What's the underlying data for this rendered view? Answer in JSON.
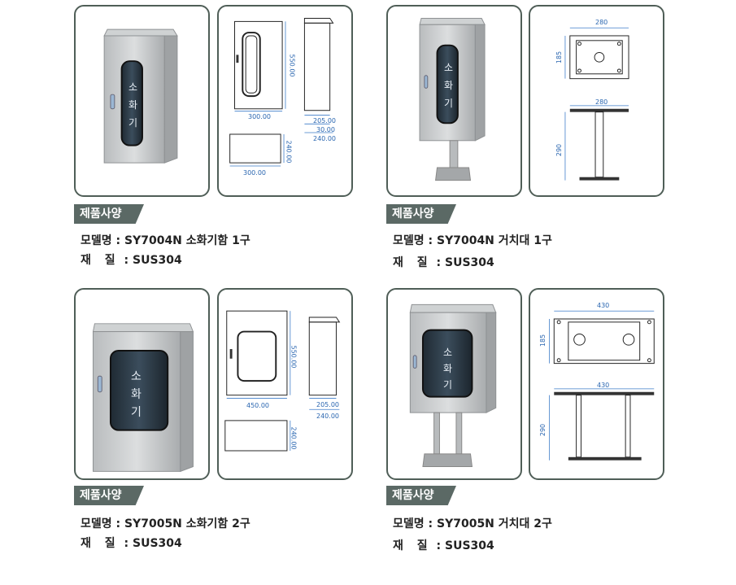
{
  "section_label": "제품사양",
  "products": [
    {
      "model_label": "모델명",
      "model_value": "SY7004N 소화기함 1구",
      "material_label": "재 질",
      "material_value": "SUS304",
      "photo_text": [
        "소",
        "화",
        "기"
      ],
      "dims": {
        "height": "550.00",
        "width": "300.00",
        "depth": "205.00",
        "lip": "30.00",
        "total_depth": "240.00",
        "top_depth": "240.00",
        "top_width": "300.00"
      }
    },
    {
      "model_label": "모델명",
      "model_value": "SY7004N 거치대 1구",
      "material_label": "재 질",
      "material_value": "SUS304",
      "photo_text": [
        "소",
        "화",
        "기"
      ],
      "dims": {
        "plate_width": "280",
        "plate_depth": "185",
        "top_width": "280",
        "height": "290"
      }
    },
    {
      "model_label": "모델명",
      "model_value": "SY7005N 소화기함 2구",
      "material_label": "재 질",
      "material_value": "SUS304",
      "photo_text": [
        "소",
        "화",
        "기"
      ],
      "dims": {
        "height": "550.00",
        "width": "450.00",
        "depth": "205.00",
        "total_depth": "240.00",
        "top_depth": "240.00"
      }
    },
    {
      "model_label": "모델명",
      "model_value": "SY7005N 거치대 2구",
      "material_label": "재 질",
      "material_value": "SUS304",
      "photo_text": [
        "소",
        "화",
        "기"
      ],
      "dims": {
        "plate_width": "430",
        "plate_depth": "185",
        "top_width": "430",
        "height": "290"
      }
    }
  ]
}
